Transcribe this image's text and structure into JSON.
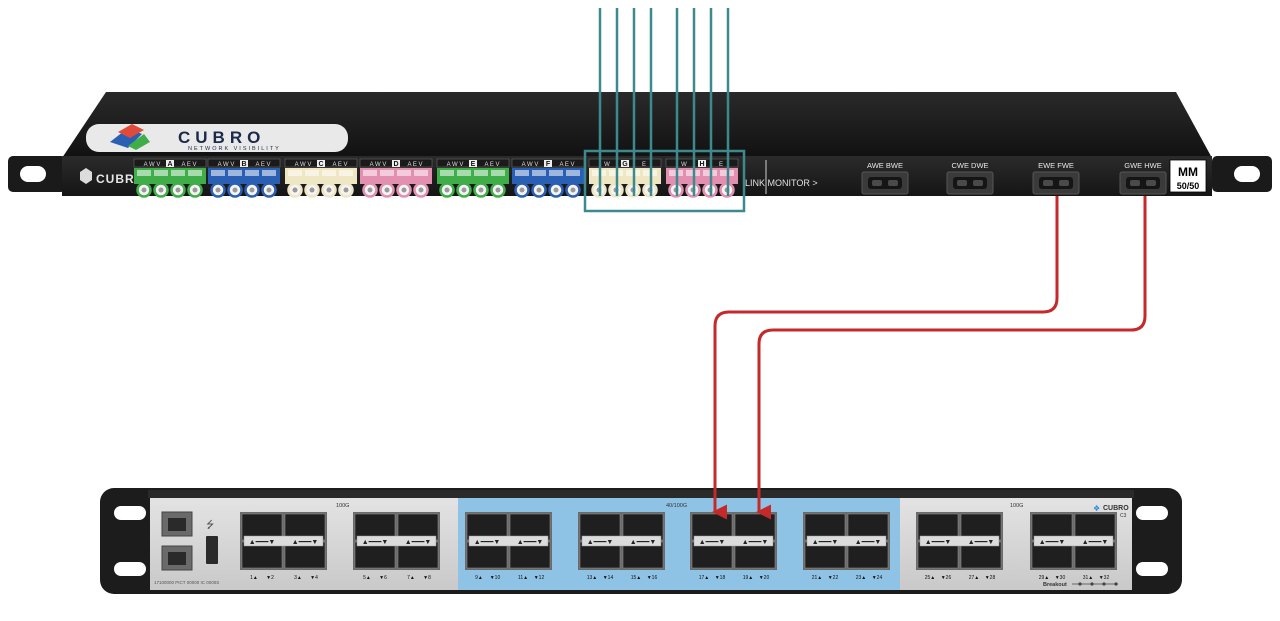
{
  "tap": {
    "brand": "CUBRO",
    "tagline": "NETWORK VISIBILITY",
    "face_brand": "CUBRO",
    "link_monitor": "LINK MONITOR >",
    "media_line1": "MM",
    "media_line2": "50/50",
    "modules": [
      {
        "letter": "A",
        "color": "#3fae49",
        "wv": "A W V",
        "ev": "A E V"
      },
      {
        "letter": "B",
        "color": "#2b5fb4",
        "wv": "A W V",
        "ev": "A E V"
      },
      {
        "letter": "C",
        "color": "#efe6c4",
        "wv": "A W V",
        "ev": "A E V"
      },
      {
        "letter": "D",
        "color": "#e38fb0",
        "wv": "A W V",
        "ev": "A E V"
      },
      {
        "letter": "E",
        "color": "#3fae49",
        "wv": "A W V",
        "ev": "A E V"
      },
      {
        "letter": "F",
        "color": "#2b5fb4",
        "wv": "A W V",
        "ev": "A E V"
      },
      {
        "letter": "G",
        "color": "#efe6c4",
        "wv": "W",
        "ev": "E"
      },
      {
        "letter": "H",
        "color": "#e38fb0",
        "wv": "W",
        "ev": "E"
      }
    ],
    "monitor_ports": [
      {
        "label": "AWE BWE"
      },
      {
        "label": "CWE DWE"
      },
      {
        "label": "EWE FWE"
      },
      {
        "label": "GWE HWE"
      }
    ]
  },
  "switch": {
    "brand": "CUBRO",
    "model": "C3",
    "group_100g_left": "100G",
    "group_40_100g": "40/100G",
    "group_100g_right": "100G",
    "breakout": "Breakout",
    "serial": "17100000  PICT 00000  IC 0000S",
    "port_groups": [
      {
        "ports": [
          "1▲",
          "▼2",
          "3▲",
          "▼4"
        ]
      },
      {
        "ports": [
          "5▲",
          "▼6",
          "7▲",
          "▼8"
        ]
      },
      {
        "ports": [
          "9▲",
          "▼10",
          "11▲",
          "▼12"
        ]
      },
      {
        "ports": [
          "13▲",
          "▼14",
          "15▲",
          "▼16"
        ]
      },
      {
        "ports": [
          "17▲",
          "▼18",
          "19▲",
          "▼20"
        ]
      },
      {
        "ports": [
          "21▲",
          "▼22",
          "23▲",
          "▼24"
        ]
      },
      {
        "ports": [
          "25▲",
          "▼26",
          "27▲",
          "▼28"
        ]
      },
      {
        "ports": [
          "29▲",
          "▼30",
          "31▲",
          "▼32"
        ]
      }
    ]
  },
  "colors": {
    "teal_fiber": "#3d8a8e",
    "red_fiber": "#c42a2a",
    "highlight_box": "#3d8a8e",
    "switch_blue": "#8fc3e6",
    "chassis": "#1c1c1c"
  }
}
